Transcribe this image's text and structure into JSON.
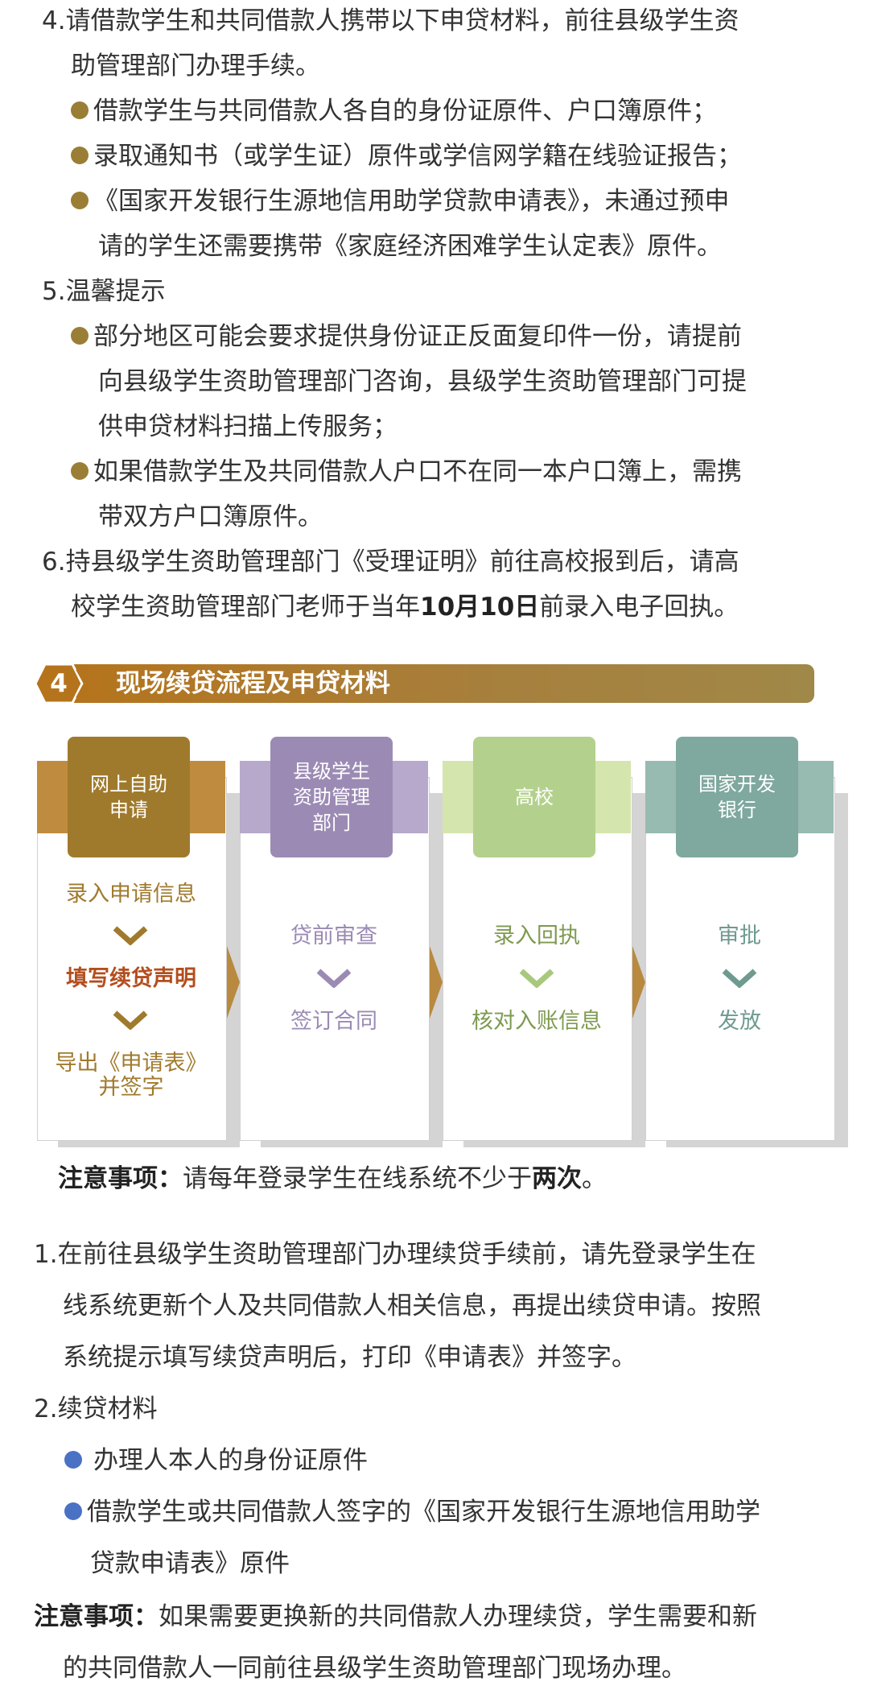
{
  "section_a": {
    "item4_line1": "4.请借款学生和共同借款人携带以下申贷材料，前往县级学生资",
    "item4_line2": "助管理部门办理手续。",
    "b1": "借款学生与共同借款人各自的身份证原件、户口簿原件；",
    "b2": "录取通知书（或学生证）原件或学信网学籍在线验证报告；",
    "b3_line1": "《国家开发银行生源地信用助学贷款申请表》，未通过预申",
    "b3_line2": "请的学生还需要携带《家庭经济困难学生认定表》原件。",
    "item5": "5.温馨提示",
    "b4_line1": "部分地区可能会要求提供身份证正反面复印件一份，请提前",
    "b4_line2": "向县级学生资助管理部门咨询，县级学生资助管理部门可提",
    "b4_line3": "供申贷材料扫描上传服务；",
    "b5_line1": "如果借款学生及共同借款人户口不在同一本户口簿上，需携",
    "b5_line2": "带双方户口簿原件。",
    "item6_line1": "6.持县级学生资助管理部门《受理证明》前往高校报到后，请高",
    "item6_line2_a": "校学生资助管理部门老师于当年",
    "item6_line2_b": "10月10日",
    "item6_line2_c": "前录入电子回执。"
  },
  "banner": {
    "number": "4",
    "title": "现场续贷流程及申贷材料"
  },
  "flow": {
    "columns": [
      {
        "head": "网上自助申请",
        "head_lines": [
          "网上自助",
          "申请"
        ],
        "steps": [
          "录入申请信息",
          "填写续贷声明",
          "导出《申请表》",
          "并签字"
        ]
      },
      {
        "head": "县级学生资助管理部门",
        "head_lines": [
          "县级学生",
          "资助管理",
          "部门"
        ],
        "steps": [
          "贷前审查",
          "签订合同"
        ]
      },
      {
        "head": "高校",
        "head_lines": [
          "高校"
        ],
        "steps": [
          "录入回执",
          "核对入账信息"
        ]
      },
      {
        "head": "国家开发银行",
        "head_lines": [
          "国家开发",
          "银行"
        ],
        "steps": [
          "审批",
          "发放"
        ]
      }
    ],
    "colors": [
      "#a07a2c",
      "#9b8bb4",
      "#b3d18c",
      "#7fa89e"
    ]
  },
  "note1": {
    "label": "注意事项：",
    "text": "请每年登录学生在线系统不少于",
    "bold": "两次",
    "end": "。"
  },
  "section_b": {
    "item1_line1": "1.在前往县级学生资助管理部门办理续贷手续前，请先登录学生在",
    "item1_line2": "线系统更新个人及共同借款人相关信息，再提出续贷申请。按照",
    "item1_line3": "系统提示填写续贷声明后，打印《申请表》并签字。",
    "item2": "2.续贷材料",
    "c1": "办理人本人的身份证原件",
    "c2_line1": "借款学生或共同借款人签字的《国家开发银行生源地信用助学",
    "c2_line2": "贷款申请表》原件"
  },
  "note2": {
    "label": "注意事项：",
    "line1": "如果需要更换新的共同借款人办理续贷，学生需要和新",
    "line2": "的共同借款人一同前往县级学生资助管理部门现场办理。"
  }
}
